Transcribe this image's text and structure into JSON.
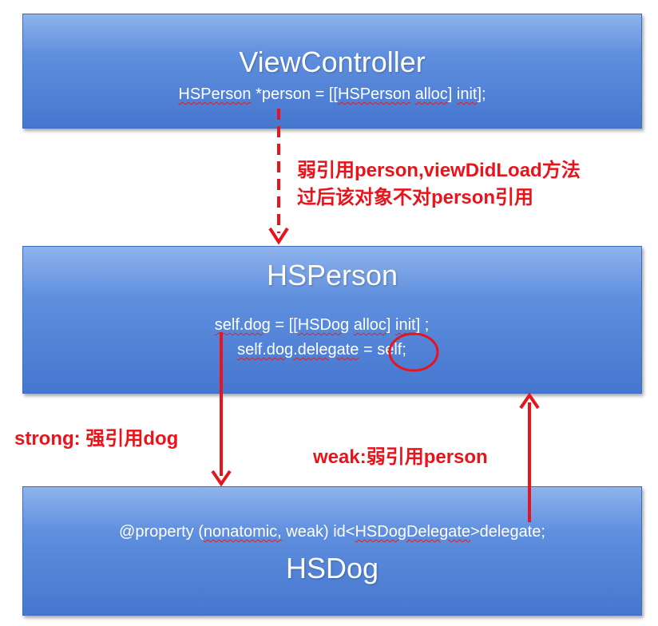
{
  "boxes": {
    "view_controller": {
      "title": "ViewController",
      "code_line": {
        "a": "HSPerson",
        "b": " *person = [[",
        "c": "HSPerson",
        "d": " ",
        "e": "alloc",
        "f": "] ",
        "g": "init",
        "h": "];"
      }
    },
    "hs_person": {
      "title": "HSPerson",
      "line1": {
        "a": "self.dog",
        "b": " = [[",
        "c": "HSDog",
        "d": " ",
        "e": "alloc",
        "f": "] ",
        "g": "init",
        "h": "] ;"
      },
      "line2": {
        "a": "self.dog.delegate",
        "b": " = ",
        "c": "self;"
      }
    },
    "hs_dog": {
      "title": "HSDog",
      "code_line": {
        "a": "@property (",
        "b": "nonatomic,",
        "c": " weak) id<",
        "d": "HSDogDelegate",
        "e": ">delegate;"
      }
    }
  },
  "labels": {
    "weak_reference_line1": "弱引用person,viewDidLoad方法",
    "weak_reference_line2": "过后该对象不对person引用",
    "strong": "strong: 强引用dog",
    "weak": "weak:弱引用person"
  },
  "colors": {
    "box_fill": "#5f8fde",
    "text": "#ffffff",
    "accent_red": "#e8141c"
  }
}
